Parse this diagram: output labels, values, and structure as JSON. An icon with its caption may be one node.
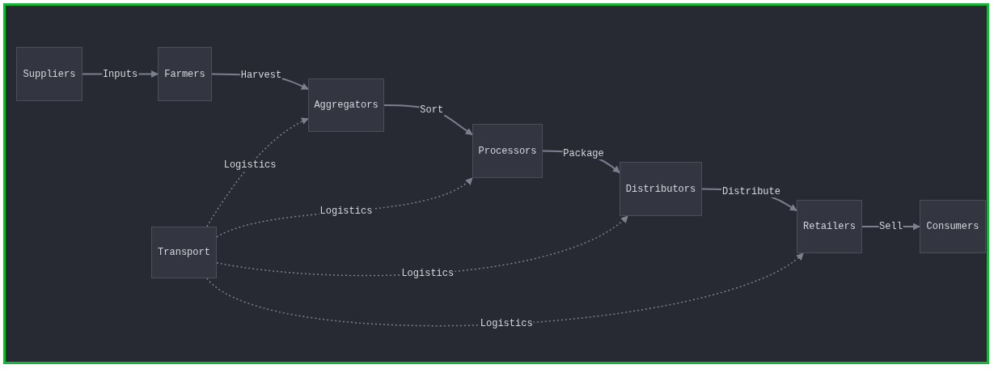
{
  "diagram": {
    "nodes": [
      {
        "text": [
          "Suppliers"
        ]
      },
      {
        "text": [
          "Farmers"
        ]
      },
      {
        "text": [
          "Aggregators"
        ]
      },
      {
        "text": [
          "Processors"
        ]
      },
      {
        "text": [
          "Distributors"
        ]
      },
      {
        "text": [
          "Retailers"
        ]
      },
      {
        "text": [
          "Consumers"
        ]
      },
      {
        "text": [
          "Transport"
        ]
      }
    ],
    "edges": [
      {
        "from": 0,
        "to": 1,
        "arrow": "to",
        "label": "Inputs"
      },
      {
        "from": 1,
        "to": 2,
        "arrow": "to",
        "label": "Harvest"
      },
      {
        "from": 2,
        "to": 3,
        "arrow": "to",
        "label": "Sort"
      },
      {
        "from": 3,
        "to": 4,
        "arrow": "to",
        "label": "Package"
      },
      {
        "from": 4,
        "to": 5,
        "arrow": "to",
        "label": "Distribute"
      },
      {
        "from": 5,
        "to": 6,
        "arrow": "to",
        "label": "Sell"
      },
      {
        "from": 7,
        "to": 2,
        "arrow": "to",
        "label": "Logistics",
        "style": "dashed"
      },
      {
        "from": 7,
        "to": 3,
        "arrow": "to",
        "label": "Logistics",
        "style": "dashed"
      },
      {
        "from": 7,
        "to": 4,
        "arrow": "to",
        "label": "Logistics",
        "style": "dashed"
      },
      {
        "from": 7,
        "to": 5,
        "arrow": "to",
        "label": "Logistics",
        "style": "dashed"
      }
    ]
  }
}
